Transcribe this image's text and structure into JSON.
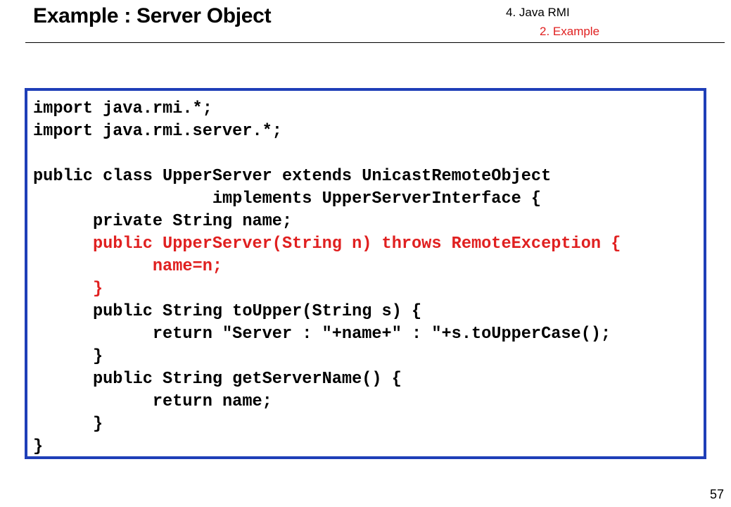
{
  "slide": {
    "title": "Example : Server Object",
    "section": "4. Java RMI",
    "subsection": "2. Example",
    "page_number": "57"
  },
  "code": {
    "lines": [
      {
        "text": "import java.rmi.*;",
        "highlight": false
      },
      {
        "text": "import java.rmi.server.*;",
        "highlight": false
      },
      {
        "text": "",
        "highlight": false
      },
      {
        "text": "public class UpperServer extends UnicastRemoteObject",
        "highlight": false
      },
      {
        "text": "                  implements UpperServerInterface {",
        "highlight": false
      },
      {
        "text": "      private String name;",
        "highlight": false
      },
      {
        "text": "      public UpperServer(String n) throws RemoteException {",
        "highlight": true
      },
      {
        "text": "            name=n;",
        "highlight": true
      },
      {
        "text": "      }",
        "highlight": true
      },
      {
        "text": "      public String toUpper(String s) {",
        "highlight": false
      },
      {
        "text": "            return \"Server : \"+name+\" : \"+s.toUpperCase();",
        "highlight": false
      },
      {
        "text": "      }",
        "highlight": false
      },
      {
        "text": "      public String getServerName() {",
        "highlight": false
      },
      {
        "text": "            return name;",
        "highlight": false
      },
      {
        "text": "      }",
        "highlight": false
      },
      {
        "text": "}",
        "highlight": false
      }
    ]
  },
  "colors": {
    "highlight": "#e02020",
    "code_border": "#1f3fb8",
    "text": "#000000"
  }
}
